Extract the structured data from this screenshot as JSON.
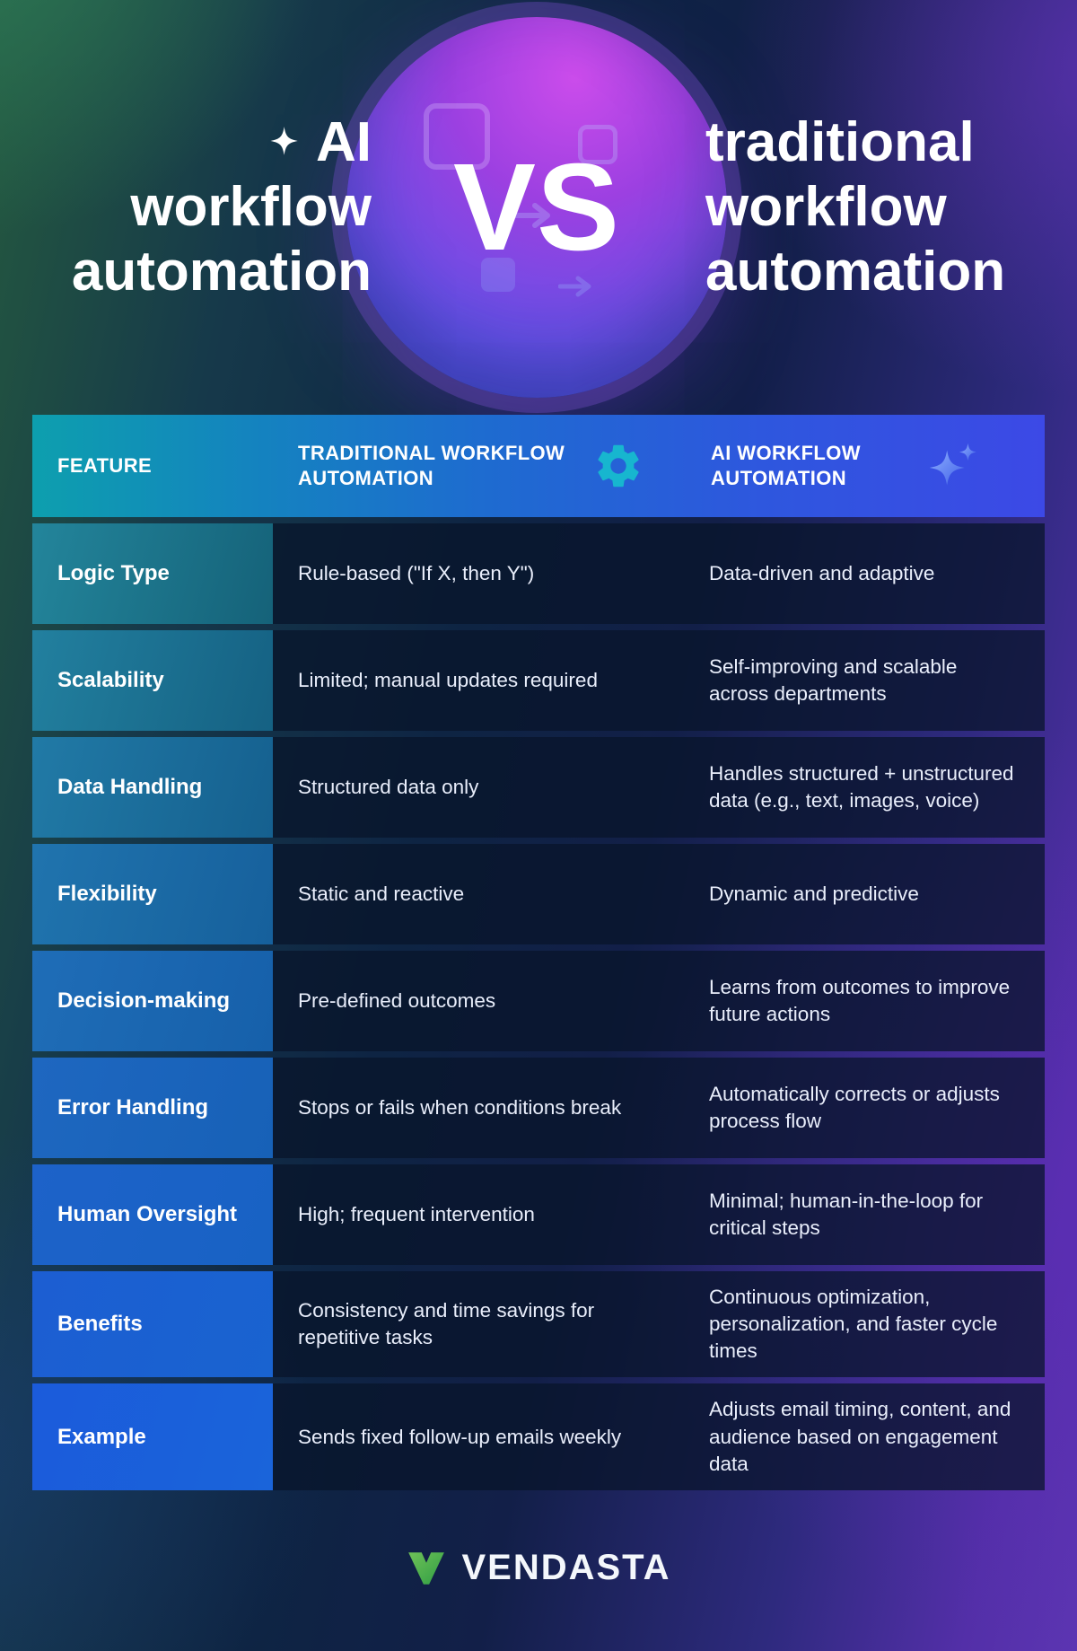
{
  "hero": {
    "left_lines": [
      "AI",
      "workflow",
      "automation"
    ],
    "vs": "VS",
    "right_lines": [
      "traditional",
      "workflow",
      "automation"
    ]
  },
  "table": {
    "columns": [
      "FEATURE",
      "TRADITIONAL WORKFLOW AUTOMATION",
      "AI WORKFLOW AUTOMATION"
    ],
    "rows": [
      {
        "feature": "Logic Type",
        "traditional": "Rule-based (\"If X, then Y\")",
        "ai": "Data-driven and adaptive"
      },
      {
        "feature": "Scalability",
        "traditional": "Limited; manual updates required",
        "ai": "Self-improving and scalable across departments"
      },
      {
        "feature": "Data Handling",
        "traditional": "Structured data only",
        "ai": "Handles structured + unstructured data (e.g., text, images, voice)"
      },
      {
        "feature": "Flexibility",
        "traditional": "Static and reactive",
        "ai": "Dynamic and predictive"
      },
      {
        "feature": "Decision-making",
        "traditional": "Pre-defined outcomes",
        "ai": "Learns from outcomes to improve future actions"
      },
      {
        "feature": "Error Handling",
        "traditional": "Stops or fails when conditions break",
        "ai": "Automatically corrects or adjusts process flow"
      },
      {
        "feature": "Human Oversight",
        "traditional": "High; frequent intervention",
        "ai": "Minimal; human-in-the-loop for critical steps"
      },
      {
        "feature": "Benefits",
        "traditional": "Consistency and time savings for repetitive tasks",
        "ai": "Continuous optimization, personalization, and faster cycle times"
      },
      {
        "feature": "Example",
        "traditional": "Sends fixed follow-up emails weekly",
        "ai": "Adjusts email timing, content, and audience based on engagement data"
      }
    ]
  },
  "footer": {
    "brand": "VENDASTA"
  },
  "icons": {
    "hero_left": "sparkle-icon",
    "traditional_column": "gear-icon",
    "ai_column": "sparkle-icon",
    "brand_mark": "vendasta-v-icon"
  },
  "colors": {
    "header_teal": "#0d9fae",
    "header_blue": "#1e6bd0",
    "header_indigo": "#3c49e6",
    "row_dark": "#0a1c36",
    "feature_teal_top": "#23859b",
    "feature_blue_bottom": "#1b5bdb",
    "circle_purple": "#cb4ceb",
    "circle_blue": "#3e59e8",
    "brand_green": "#3fae49",
    "text_white": "#ffffff"
  }
}
